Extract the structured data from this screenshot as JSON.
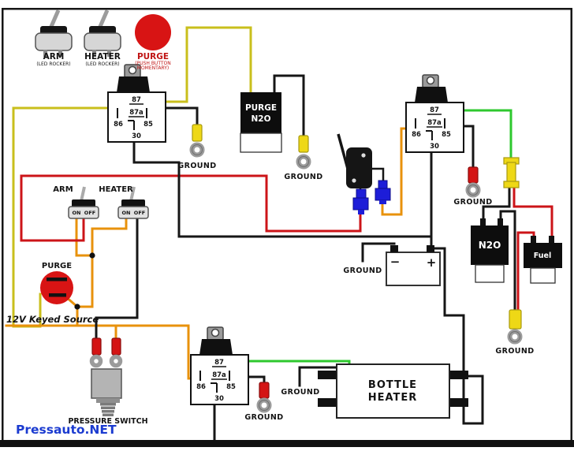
{
  "watermark": "Pressauto.NET",
  "labels": {
    "source": "12V Keyed Source",
    "ground": "GROUND",
    "pressure_switch": "PRESSURE SWITCH"
  },
  "legend": {
    "arm": {
      "label": "ARM",
      "sub": "(LED ROCKER)"
    },
    "heater": {
      "label": "HEATER",
      "sub": "(LED ROCKER)"
    },
    "purge": {
      "label": "PURGE",
      "sub1": "(PUSH BUTTON",
      "sub2": "MOMENTARY)"
    }
  },
  "switches": {
    "arm": "ARM",
    "heater": "HEATER",
    "purge": "PURGE",
    "on": "ON",
    "off": "OFF"
  },
  "relay_pins": {
    "p87": "87",
    "p87a": "87a",
    "p86": "86",
    "p85": "85",
    "p30": "30"
  },
  "components": {
    "purge_solenoid": {
      "line1": "PURGE",
      "line2": "N2O"
    },
    "n2o_solenoid": {
      "label": "N2O"
    },
    "fuel_solenoid": {
      "label": "Fuel"
    },
    "bottle_heater": {
      "line1": "BOTTLE",
      "line2": "HEATER"
    },
    "battery": {
      "minus": "−",
      "plus": "+"
    }
  },
  "colors": {
    "yellow": "#c9bf1c",
    "orange": "#e8920c",
    "red": "#cc1418",
    "green": "#2ec82e",
    "black": "#161616",
    "link_blue": "#1b3bd0",
    "button_red": "#d81414",
    "connector_blue": "#1d1dd8",
    "connector_red": "#d41414",
    "connector_yellow": "#eed816"
  }
}
